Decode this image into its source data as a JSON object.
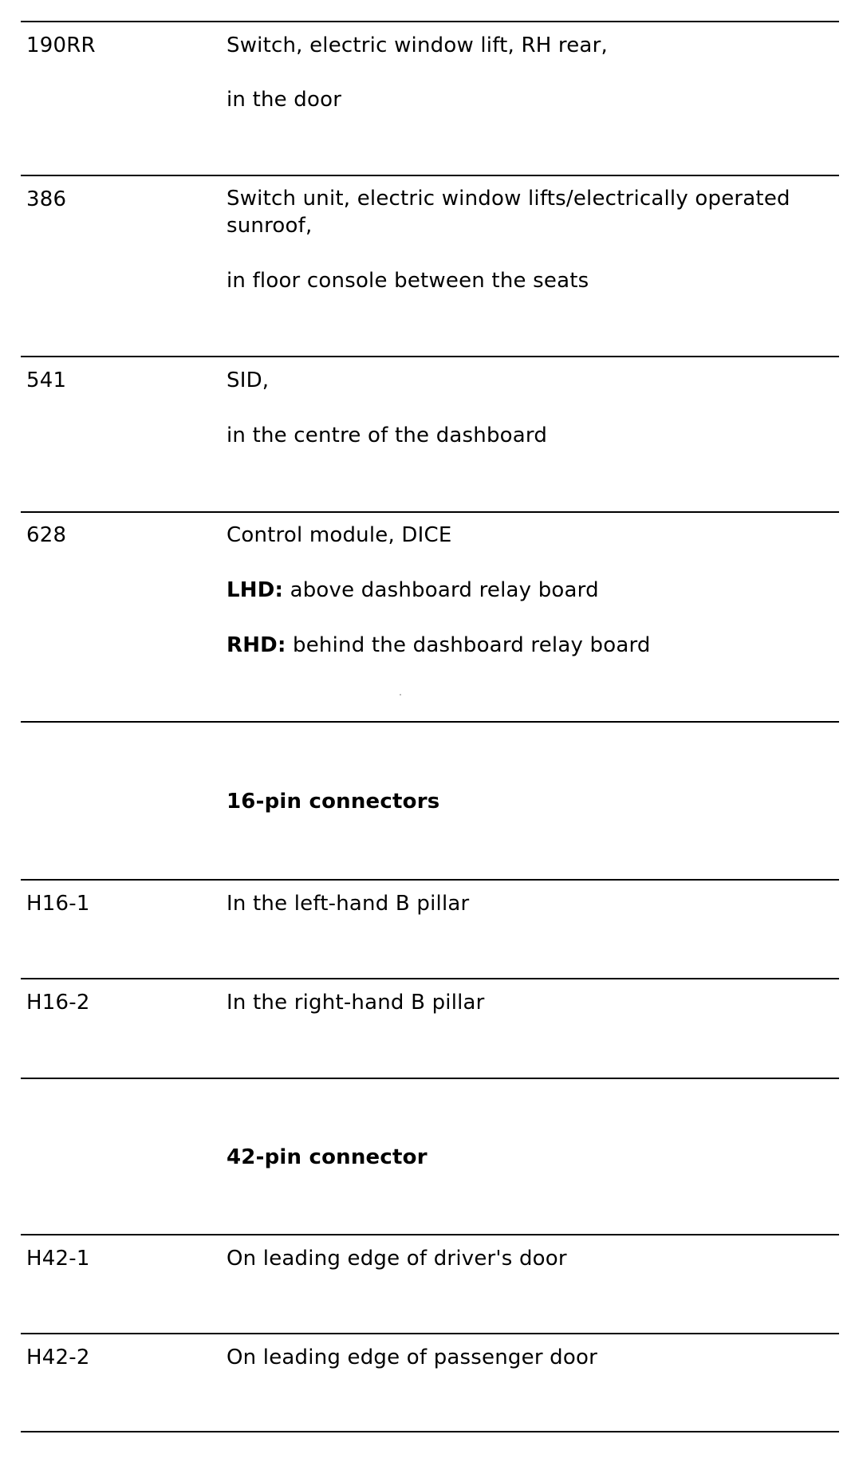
{
  "rows": [
    {
      "code": "190RR",
      "desc": "Switch, electric window lift, RH rear,",
      "location": "in the door"
    },
    {
      "code": "386",
      "desc": "Switch unit, electric window lifts/electrically operated sunroof,",
      "location": "in floor console between the seats"
    },
    {
      "code": "541",
      "desc": "SID,",
      "location": "in the centre of the dashboard"
    },
    {
      "code": "628",
      "desc": "Control module, DICE",
      "lhd_label": "LHD:",
      "lhd_text": "above dashboard relay board",
      "rhd_label": "RHD:",
      "rhd_text": "behind the dashboard relay board"
    }
  ],
  "section_16pin": {
    "heading": "16-pin connectors",
    "rows": [
      {
        "code": "H16-1",
        "desc": "In the left-hand B pillar"
      },
      {
        "code": "H16-2",
        "desc": "In the right-hand B pillar"
      }
    ]
  },
  "section_42pin": {
    "heading": "42-pin connector",
    "rows": [
      {
        "code": "H42-1",
        "desc": "On leading edge of driver's door"
      },
      {
        "code": "H42-2",
        "desc": "On leading edge of passenger door"
      }
    ]
  }
}
